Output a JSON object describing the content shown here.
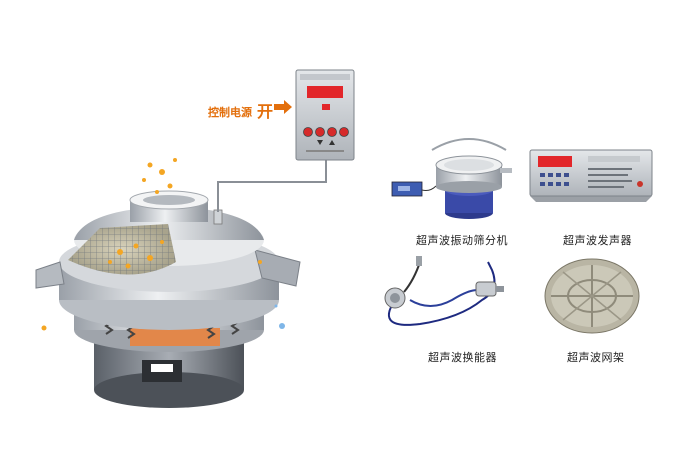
{
  "control_panel": {
    "power_label": "控制电源",
    "switch_label": "开"
  },
  "products": [
    {
      "caption": "超声波振动筛分机",
      "icon": "sieve-machine-icon"
    },
    {
      "caption": "超声波发声器",
      "icon": "generator-box-icon"
    },
    {
      "caption": "超声波换能器",
      "icon": "transducer-icon"
    },
    {
      "caption": "超声波网架",
      "icon": "mesh-frame-icon"
    }
  ],
  "colors": {
    "accent_orange": "#e36f0c",
    "display_red": "#e2262a",
    "machine_silver": "#c9ccd1",
    "base_dark": "#6e737b"
  }
}
